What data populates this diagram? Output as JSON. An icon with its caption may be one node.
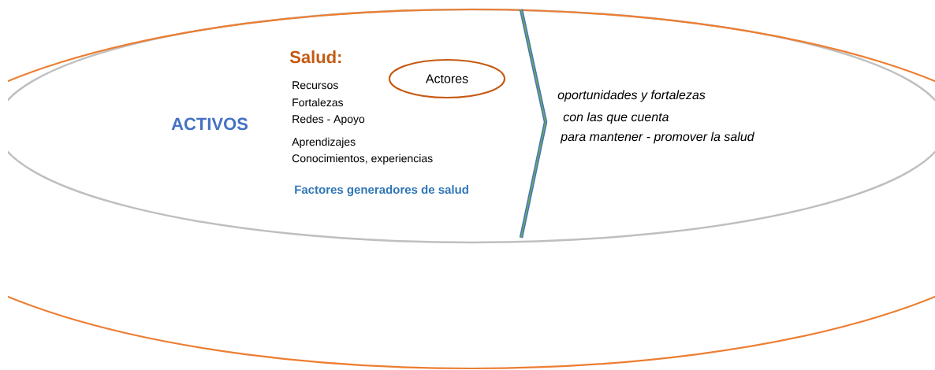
{
  "diagram": {
    "nodes": [
      {
        "text": [],
        "shape": "ellipse"
      },
      {
        "text": [
          "ACTIVOS"
        ],
        "in": 0
      },
      {
        "text": [
          "Actores"
        ],
        "in": 1
      }
    ],
    "labels": [
      "Salud:",
      "Recursos",
      "Fortalezas",
      "Redes - Apoyo",
      "Aprendizajes",
      "Conocimientos, experiencias",
      "Factores generadores de salud",
      "oportunidades y fortalezas",
      "con las que cuenta",
      "para mantener - promover la salud"
    ]
  }
}
